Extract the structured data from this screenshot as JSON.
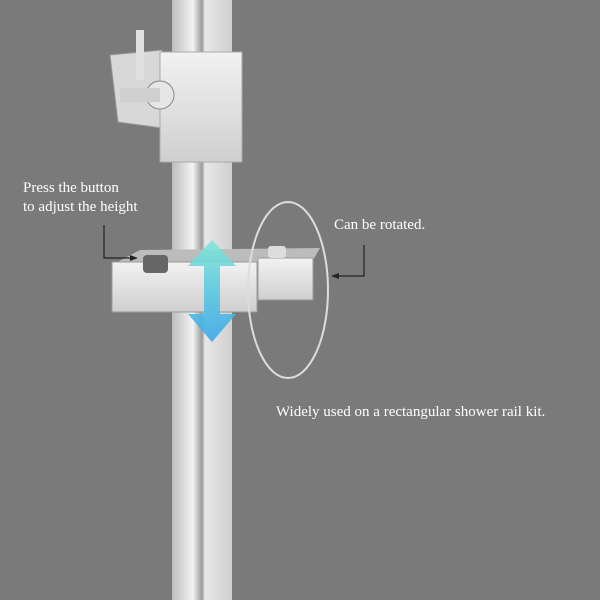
{
  "captions": {
    "button_line1": "Press the button",
    "button_line2": "to adjust the height",
    "rotate": "Can be rotated.",
    "usage": "Widely used on a rectangular shower rail kit."
  },
  "colors": {
    "background": "#7a7a7a",
    "arrow_top": "#7fe8d8",
    "arrow_bottom": "#3aa8e8"
  }
}
